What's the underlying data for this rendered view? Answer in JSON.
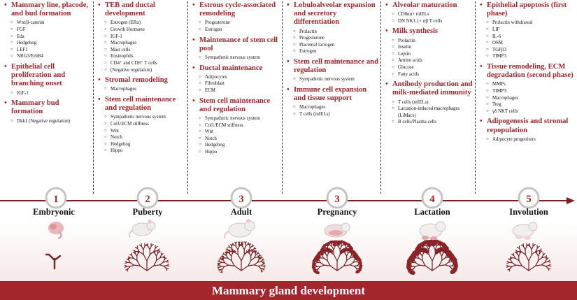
{
  "title": "Mammary gland development",
  "colors": {
    "accent": "#a3262c",
    "text": "#111111",
    "footer_text": "#ffffff"
  },
  "stages": [
    {
      "number": "1",
      "label": "Embryonic",
      "illustration": "embryo-icon"
    },
    {
      "number": "2",
      "label": "Puberty",
      "illustration": "young-mouse-icon"
    },
    {
      "number": "3",
      "label": "Adult",
      "illustration": "adult-mouse-icon"
    },
    {
      "number": "3",
      "label": "Pregnancy",
      "illustration": "pregnant-mouse-icon"
    },
    {
      "number": "4",
      "label": "Lactation",
      "illustration": "lactating-mouse-icon"
    },
    {
      "number": "5",
      "label": "Involution",
      "illustration": "involution-mouse-icon"
    }
  ],
  "columns": [
    {
      "sections": [
        {
          "heading": "Mammary line, placode, and bud formation",
          "items": [
            "Wnt/β-catenin",
            "FGF",
            "Eda",
            "Hedgehog",
            "LEF1",
            "NRG3/ErbB4"
          ]
        },
        {
          "heading": "Epithelial cell proliferation and branching onset",
          "items": [
            "IGF-1"
          ]
        },
        {
          "heading": "Mammary bud formation",
          "items": [
            "Dkk1 (Negative regulation)"
          ]
        }
      ]
    },
    {
      "sections": [
        {
          "heading": "TEB and ductal development",
          "items": [
            "Estrogen (ERα)",
            "Growth Hormone",
            "IGF-1",
            "Macrophages",
            "Mast cells",
            "Eosinophils",
            "CD4⁺ and CD8⁺ T cells",
            "(Negative regulation)"
          ]
        },
        {
          "heading": "Stromal remodeling",
          "items": [
            "Macrophages"
          ]
        },
        {
          "heading": "Stem cell maintenance and regulation",
          "items": [
            "Sympathetic nervous system",
            "Col1/ECM stiffness",
            "Wnt",
            "Notch",
            "Hedgehog",
            "Hippo"
          ]
        }
      ]
    },
    {
      "sections": [
        {
          "heading": "Estrous cycle-associated remodeling",
          "items": [
            "Progesterone",
            "Estrogen"
          ]
        },
        {
          "heading": "Maintenance of stem cell pool",
          "items": [
            "Sympathetic nervous system"
          ]
        },
        {
          "heading": "Ductal maintenance",
          "items": [
            "Adipocytes",
            "Fibroblast",
            "ECM"
          ]
        },
        {
          "heading": "Stem cell maintenance and regulation",
          "items": [
            "Sympathetic nervous system",
            "Col1/ECM stiffness",
            "Wnt",
            "Notch",
            "Hedgehog",
            "Hippo"
          ]
        }
      ]
    },
    {
      "sections": [
        {
          "heading": "Lobuloalveolar expansion and secretory differentiation",
          "items": [
            "Prolactin",
            "Progesterone",
            "Placental lactogen",
            "Estrogen"
          ]
        },
        {
          "heading": "Stem cell maintenance and regulation",
          "items": [
            "Sympathetic nervous system"
          ]
        },
        {
          "heading": "Immune cell expansion and tissue support",
          "items": [
            "Macrophages",
            "T cells (mIELs)"
          ]
        }
      ]
    },
    {
      "sections": [
        {
          "heading": "Alveolar maturation",
          "items": [
            "CD8αα+ mIELs",
            "DN NK1.1+ αβ T cells"
          ]
        },
        {
          "heading": "Milk synthesis",
          "items": [
            "Prolactin",
            "Insulin",
            "Leptin",
            "Amino acids",
            "Glucose",
            "Fatty acids"
          ]
        },
        {
          "heading": "Antibody production and milk-mediated immunity",
          "items": [
            "T cells (mIELs)",
            "Lactation-induced macrophages (LiMacs)",
            "B cells/Plasma cells"
          ]
        }
      ]
    },
    {
      "sections": [
        {
          "heading": "Epithelial apoptosis (first phase)",
          "items": [
            "Prolactin withdrawal",
            "LIF",
            "IL-6",
            "OSM",
            "TGFβ3",
            "TIMP3"
          ]
        },
        {
          "heading": "Tissue remodeling, ECM degradation (second phase)",
          "items": [
            "MMPs",
            "TIMP3",
            "Macrophages",
            "Treg",
            "γδ NKT cells"
          ]
        },
        {
          "heading": "Adipogenesis and stromal repopulation",
          "items": [
            "Adipocyte progenitors"
          ]
        }
      ]
    }
  ]
}
